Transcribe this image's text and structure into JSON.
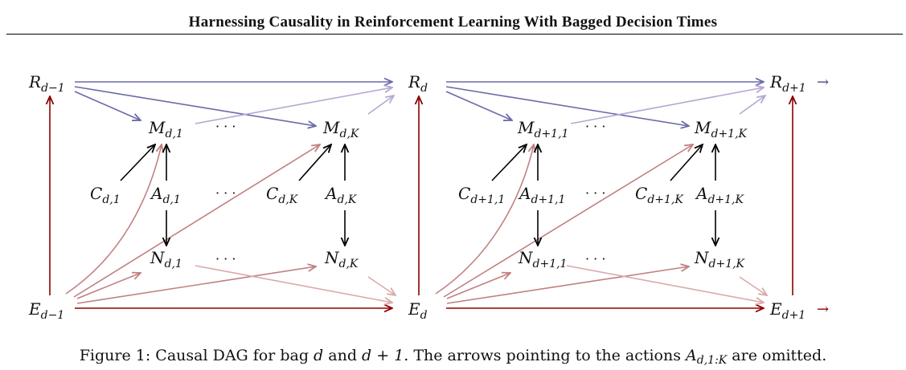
{
  "header": {
    "title": "Harnessing Causality in Reinforcement Learning With Bagged Decision Times"
  },
  "caption": {
    "prefix": "Figure 1:  Causal DAG for bag ",
    "var_d": "d",
    "and": " and ",
    "d_plus_one": "d + 1",
    "middle": ". The arrows pointing to the actions ",
    "action_main": "A",
    "action_sub": "d,1:K",
    "suffix": " are omitted."
  },
  "colors": {
    "dark_red": "#8b0000",
    "red_mid": "#c08080",
    "red_light": "#d9aaaa",
    "blue_dark": "#6a6aa8",
    "blue_light": "#b4a8d2",
    "black": "#000000"
  },
  "nodes": {
    "R_d_minus_1": {
      "main": "R",
      "sub": "d−1"
    },
    "R_d": {
      "main": "R",
      "sub": "d"
    },
    "R_d_plus_1": {
      "main": "R",
      "sub": "d+1"
    },
    "E_d_minus_1": {
      "main": "E",
      "sub": "d−1"
    },
    "E_d": {
      "main": "E",
      "sub": "d"
    },
    "E_d_plus_1": {
      "main": "E",
      "sub": "d+1"
    },
    "M_d_1": {
      "main": "M",
      "sub": "d,1"
    },
    "M_d_K": {
      "main": "M",
      "sub": "d,K"
    },
    "C_d_1": {
      "main": "C",
      "sub": "d,1"
    },
    "A_d_1": {
      "main": "A",
      "sub": "d,1"
    },
    "C_d_K": {
      "main": "C",
      "sub": "d,K"
    },
    "A_d_K": {
      "main": "A",
      "sub": "d,K"
    },
    "N_d_1": {
      "main": "N",
      "sub": "d,1"
    },
    "N_d_K": {
      "main": "N",
      "sub": "d,K"
    },
    "M_d1_1": {
      "main": "M",
      "sub": "d+1,1"
    },
    "M_d1_K": {
      "main": "M",
      "sub": "d+1,K"
    },
    "C_d1_1": {
      "main": "C",
      "sub": "d+1,1"
    },
    "A_d1_1": {
      "main": "A",
      "sub": "d+1,1"
    },
    "C_d1_K": {
      "main": "C",
      "sub": "d+1,K"
    },
    "A_d1_K": {
      "main": "A",
      "sub": "d+1,K"
    },
    "N_d1_1": {
      "main": "N",
      "sub": "d+1,1"
    },
    "N_d1_K": {
      "main": "N",
      "sub": "d+1,K"
    }
  },
  "ellipsis": "· · ·",
  "trailing_arrow": "→"
}
